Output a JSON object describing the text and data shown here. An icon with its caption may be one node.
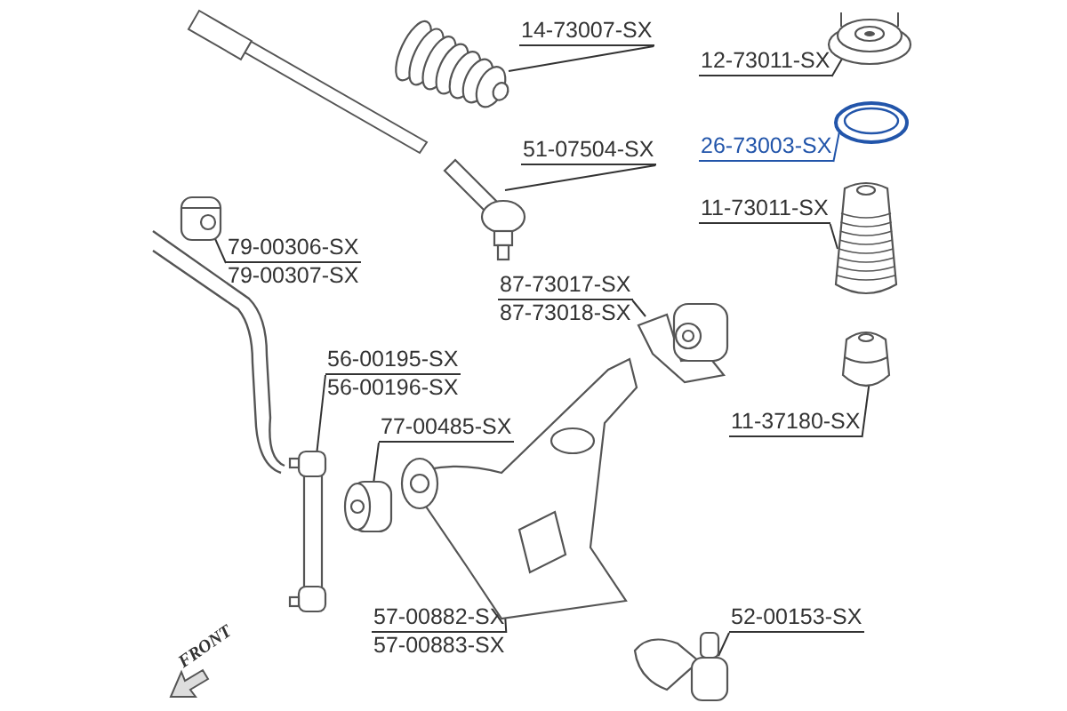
{
  "diagram": {
    "nodes": [
      {
        "text": [
          "14-73007-SX"
        ]
      },
      {
        "text": [],
        "shape": "picture"
      },
      {
        "text": [
          "12-73011-SX"
        ]
      },
      {
        "text": [],
        "shape": "picture"
      },
      {
        "text": [
          "51-07504-SX"
        ]
      },
      {
        "text": [],
        "shape": "picture"
      },
      {
        "text": [
          "26-73003-SX"
        ]
      },
      {
        "text": [],
        "shape": "picture"
      },
      {
        "text": [
          "79-00306-SX",
          "79-00307-SX"
        ]
      },
      {
        "text": [],
        "shape": "picture"
      },
      {
        "text": [
          "11-73011-SX"
        ]
      },
      {
        "text": [],
        "shape": "picture"
      },
      {
        "text": [
          "87-73017-SX",
          "87-73018-SX"
        ]
      },
      {
        "text": [],
        "shape": "picture"
      },
      {
        "text": [
          "56-00195-SX",
          "56-00196-SX"
        ]
      },
      {
        "text": [],
        "shape": "picture"
      },
      {
        "text": [
          "77-00485-SX"
        ]
      },
      {
        "text": [],
        "shape": "picture"
      },
      {
        "text": [
          "11-37180-SX"
        ]
      },
      {
        "text": [],
        "shape": "picture"
      },
      {
        "text": [
          "57-00882-SX",
          "57-00883-SX"
        ]
      },
      {
        "text": [],
        "shape": "picture"
      },
      {
        "text": [
          "52-00153-SX"
        ]
      },
      {
        "text": [],
        "shape": "picture"
      }
    ],
    "edges": [
      {
        "from": 0,
        "to": 1,
        "arrow": "none"
      },
      {
        "from": 2,
        "to": 3,
        "arrow": "none"
      },
      {
        "from": 4,
        "to": 5,
        "arrow": "none"
      },
      {
        "from": 6,
        "to": 7,
        "arrow": "none",
        "color": "#2255aa"
      },
      {
        "from": 8,
        "to": 9,
        "arrow": "none"
      },
      {
        "from": 10,
        "to": 11,
        "arrow": "none"
      },
      {
        "from": 12,
        "to": 13,
        "arrow": "none"
      },
      {
        "from": 14,
        "to": 15,
        "arrow": "none"
      },
      {
        "from": 16,
        "to": 17,
        "arrow": "none"
      },
      {
        "from": 18,
        "to": 19,
        "arrow": "none"
      },
      {
        "from": 20,
        "to": 21,
        "arrow": "none"
      },
      {
        "from": 22,
        "to": 23,
        "arrow": "none"
      }
    ],
    "labels": [
      "FRONT"
    ]
  }
}
